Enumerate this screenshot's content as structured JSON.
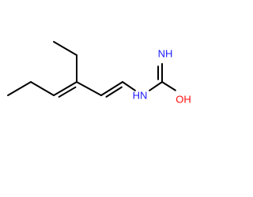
{
  "diagram": {
    "type": "skeletal-structure",
    "colors": {
      "bond": "#000000",
      "nitrogen": "#1b1bff",
      "oxygen": "#ff0d0d",
      "background": "#ffffff"
    },
    "atoms": [
      {
        "id": "a1",
        "element": "C",
        "label": ""
      },
      {
        "id": "a2",
        "element": "C",
        "label": ""
      },
      {
        "id": "a3",
        "element": "C",
        "label": ""
      },
      {
        "id": "a4",
        "element": "C",
        "label": ""
      },
      {
        "id": "a5",
        "element": "C",
        "label": ""
      },
      {
        "id": "a6",
        "element": "C",
        "label": ""
      },
      {
        "id": "a7",
        "element": "C",
        "label": ""
      },
      {
        "id": "a8",
        "element": "N",
        "label": ""
      },
      {
        "id": "a9",
        "element": "N",
        "label": "HN"
      },
      {
        "id": "a10",
        "element": "C",
        "label": ""
      },
      {
        "id": "a11",
        "element": "O",
        "label": "OH"
      },
      {
        "id": "a12",
        "element": "N",
        "label": "NH"
      }
    ],
    "bonds": [
      {
        "from": "a1",
        "to": "a2",
        "order": 1
      },
      {
        "from": "a2",
        "to": "a3",
        "order": 1
      },
      {
        "from": "a3",
        "to": "a4",
        "order": 2
      },
      {
        "from": "a4",
        "to": "a5",
        "order": 1
      },
      {
        "from": "a5",
        "to": "a6",
        "order": 1
      },
      {
        "from": "a4",
        "to": "a7",
        "order": 1
      },
      {
        "from": "a7",
        "to": "a8",
        "order": 2
      },
      {
        "from": "a8",
        "to": "a9",
        "order": 1
      },
      {
        "from": "a9",
        "to": "a10",
        "order": 1
      },
      {
        "from": "a10",
        "to": "a11",
        "order": 1
      },
      {
        "from": "a10",
        "to": "a12",
        "order": 2
      }
    ]
  }
}
